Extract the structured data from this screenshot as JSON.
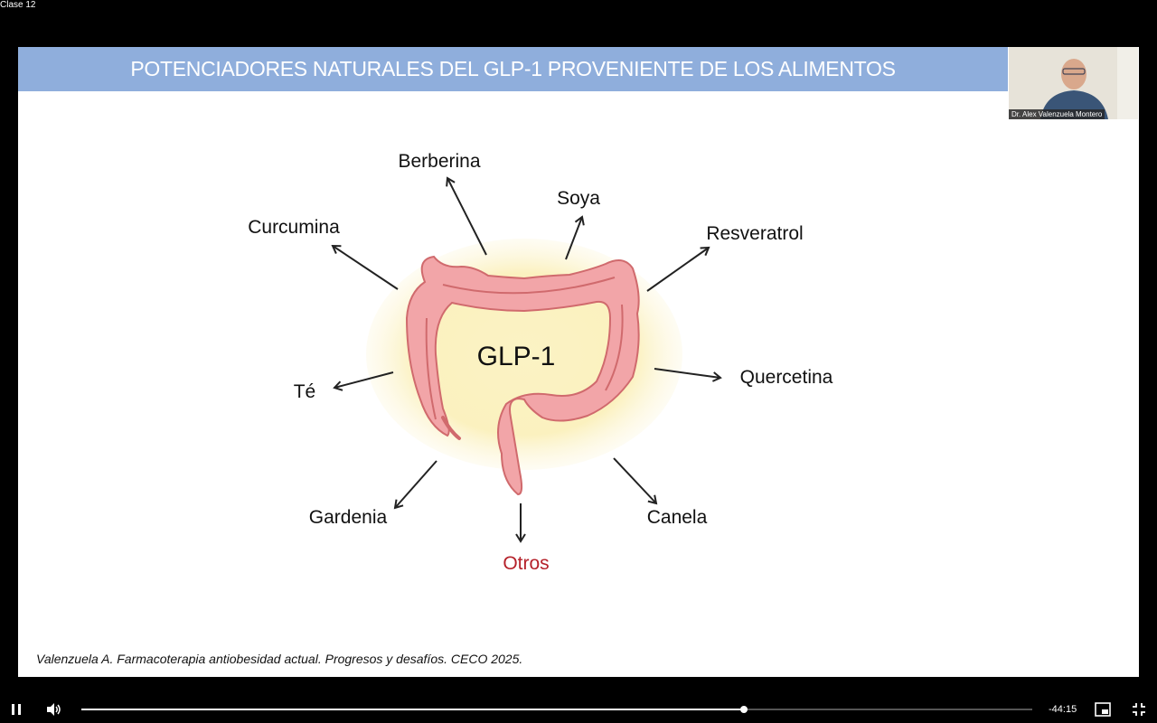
{
  "video": {
    "title": "Clase 12",
    "time_remaining": "-44:15",
    "progress": 0.697
  },
  "slide": {
    "title": "POTENCIADORES NATURALES DEL GLP-1 PROVENIENTE DE LOS ALIMENTOS",
    "center_label": "GLP-1",
    "items": {
      "berberina": "Berberina",
      "soya": "Soya",
      "curcumina": "Curcumina",
      "resveratrol": "Resveratrol",
      "te": "Té",
      "quercetina": "Quercetina",
      "gardenia": "Gardenia",
      "canela": "Canela",
      "otros": "Otros"
    },
    "citation": "Valenzuela A. Farmacoterapia antiobesidad actual. Progresos y desafíos. CECO 2025."
  },
  "webcam": {
    "name": "Dr. Alex Valenzuela Montero"
  },
  "colors": {
    "header_bg": "#8faedc",
    "otros": "#b5212a",
    "intestine": "#f2a5a8"
  }
}
